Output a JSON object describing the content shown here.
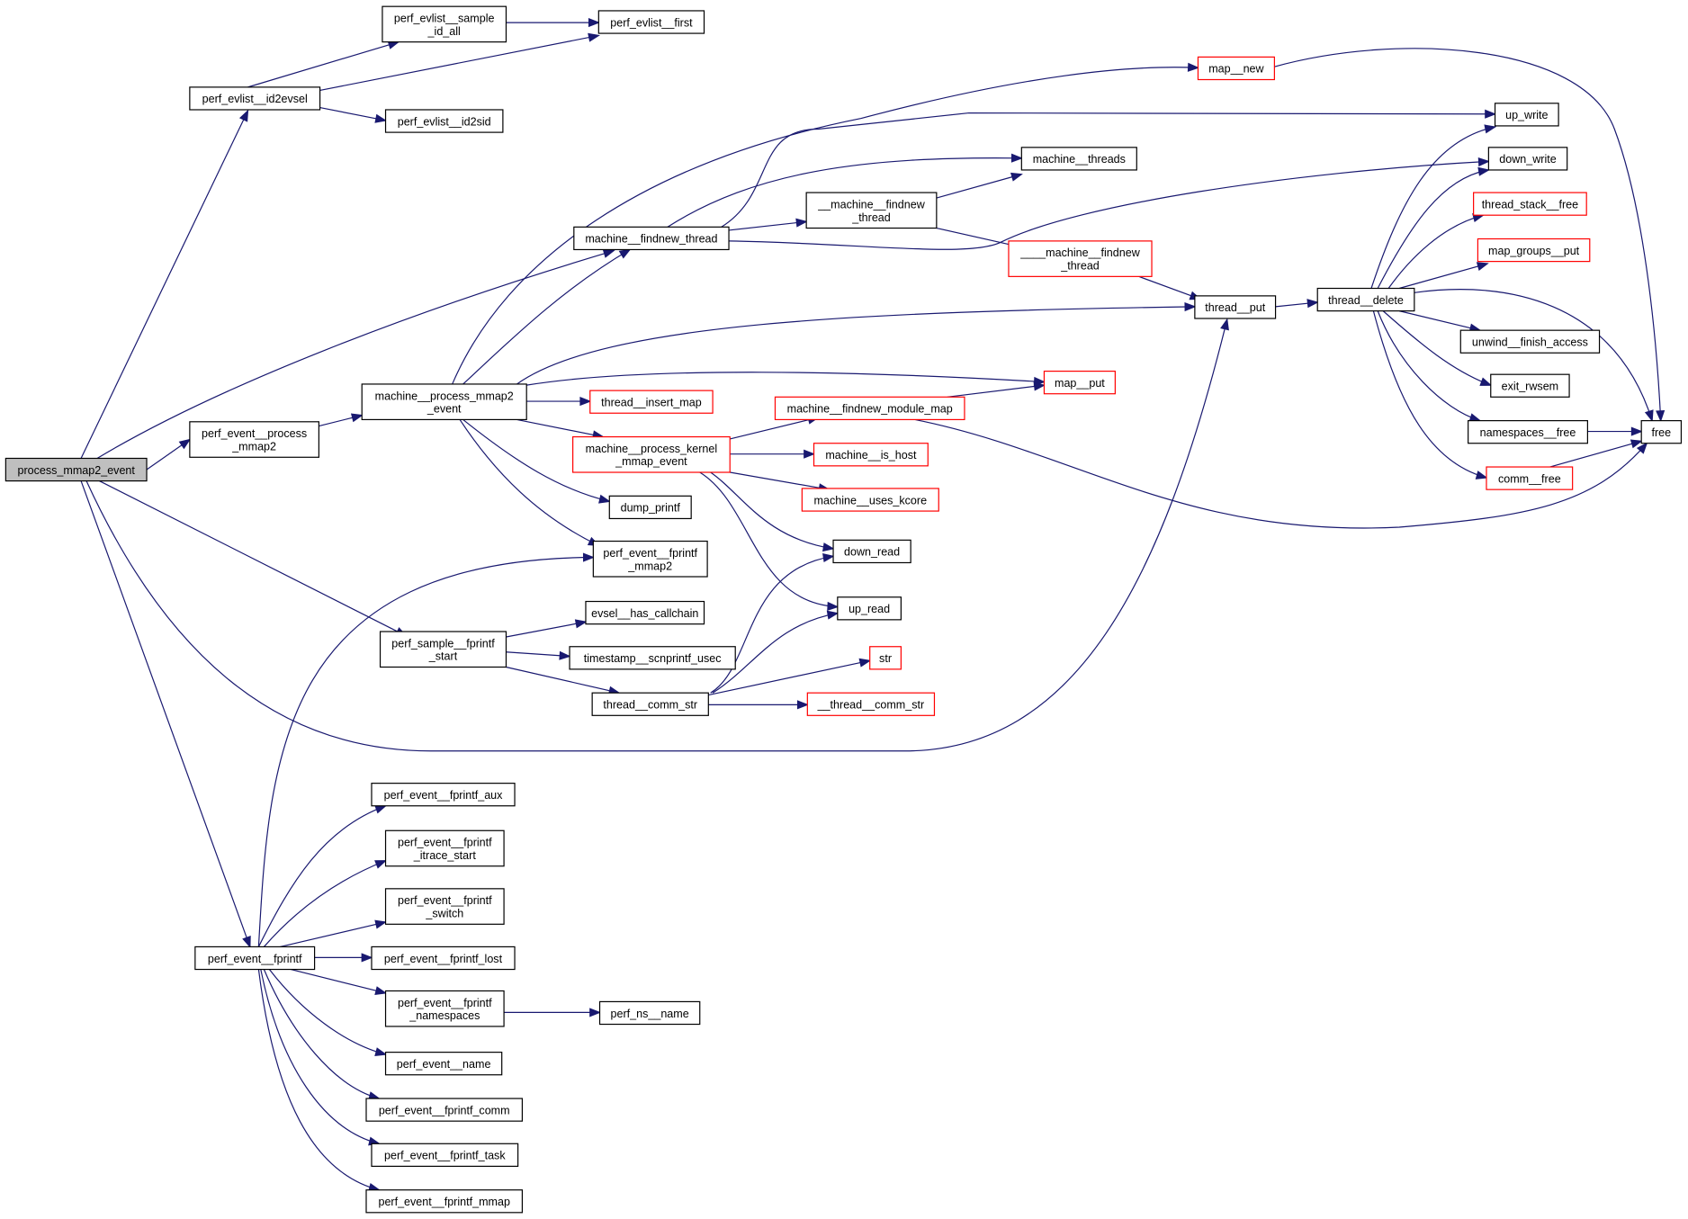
{
  "graph": {
    "title": "process_mmap2_event call graph",
    "colors": {
      "edge": "#191970",
      "node_border": "#000000",
      "truncated_border": "#ff0000",
      "root_fill": "#bfbfbf",
      "node_fill": "#ffffff"
    },
    "nodes": [
      {
        "id": "process_mmap2_event",
        "label": [
          "process_mmap2_event"
        ],
        "root": true
      },
      {
        "id": "perf_evlist__id2evsel",
        "label": [
          "perf_evlist__id2evsel"
        ]
      },
      {
        "id": "perf_evlist__sample_id_all",
        "label": [
          "perf_evlist__sample",
          "_id_all"
        ]
      },
      {
        "id": "perf_evlist__first",
        "label": [
          "perf_evlist__first"
        ]
      },
      {
        "id": "perf_evlist__id2sid",
        "label": [
          "perf_evlist__id2sid"
        ]
      },
      {
        "id": "map__new",
        "label": [
          "map__new"
        ],
        "truncated": true
      },
      {
        "id": "up_write",
        "label": [
          "up_write"
        ]
      },
      {
        "id": "machine__threads",
        "label": [
          "machine__threads"
        ]
      },
      {
        "id": "down_write",
        "label": [
          "down_write"
        ]
      },
      {
        "id": "__machine__findnew_thread",
        "label": [
          "__machine__findnew",
          "_thread"
        ]
      },
      {
        "id": "machine__findnew_thread",
        "label": [
          "machine__findnew_thread"
        ]
      },
      {
        "id": "____machine__findnew_thread",
        "label": [
          "____machine__findnew",
          "_thread"
        ],
        "truncated": true
      },
      {
        "id": "thread_stack__free",
        "label": [
          "thread_stack__free"
        ],
        "truncated": true
      },
      {
        "id": "map_groups__put",
        "label": [
          "map_groups__put"
        ],
        "truncated": true
      },
      {
        "id": "thread__put",
        "label": [
          "thread__put"
        ]
      },
      {
        "id": "thread__delete",
        "label": [
          "thread__delete"
        ]
      },
      {
        "id": "unwind__finish_access",
        "label": [
          "unwind__finish_access"
        ]
      },
      {
        "id": "exit_rwsem",
        "label": [
          "exit_rwsem"
        ]
      },
      {
        "id": "namespaces__free",
        "label": [
          "namespaces__free"
        ]
      },
      {
        "id": "free",
        "label": [
          "free"
        ]
      },
      {
        "id": "comm__free",
        "label": [
          "comm__free"
        ],
        "truncated": true
      },
      {
        "id": "perf_event__process_mmap2",
        "label": [
          "perf_event__process",
          "_mmap2"
        ]
      },
      {
        "id": "machine__process_mmap2_event",
        "label": [
          "machine__process_mmap2",
          "_event"
        ]
      },
      {
        "id": "map__put",
        "label": [
          "map__put"
        ],
        "truncated": true
      },
      {
        "id": "thread__insert_map",
        "label": [
          "thread__insert_map"
        ],
        "truncated": true
      },
      {
        "id": "machine__findnew_module_map",
        "label": [
          "machine__findnew_module_map"
        ],
        "truncated": true
      },
      {
        "id": "machine__process_kernel_mmap_event",
        "label": [
          "machine__process_kernel",
          "_mmap_event"
        ],
        "truncated": true
      },
      {
        "id": "machine__is_host",
        "label": [
          "machine__is_host"
        ],
        "truncated": true
      },
      {
        "id": "machine__uses_kcore",
        "label": [
          "machine__uses_kcore"
        ],
        "truncated": true
      },
      {
        "id": "dump_printf",
        "label": [
          "dump_printf"
        ]
      },
      {
        "id": "perf_event__fprintf_mmap2",
        "label": [
          "perf_event__fprintf",
          "_mmap2"
        ]
      },
      {
        "id": "down_read",
        "label": [
          "down_read"
        ]
      },
      {
        "id": "up_read",
        "label": [
          "up_read"
        ]
      },
      {
        "id": "perf_sample__fprintf_start",
        "label": [
          "perf_sample__fprintf",
          "_start"
        ]
      },
      {
        "id": "evsel__has_callchain",
        "label": [
          "evsel__has_callchain"
        ]
      },
      {
        "id": "timestamp__scnprintf_usec",
        "label": [
          "timestamp__scnprintf_usec"
        ]
      },
      {
        "id": "str",
        "label": [
          "str"
        ],
        "truncated": true
      },
      {
        "id": "thread__comm_str",
        "label": [
          "thread__comm_str"
        ]
      },
      {
        "id": "__thread__comm_str",
        "label": [
          "__thread__comm_str"
        ],
        "truncated": true
      },
      {
        "id": "perf_event__fprintf",
        "label": [
          "perf_event__fprintf"
        ]
      },
      {
        "id": "perf_event__fprintf_aux",
        "label": [
          "perf_event__fprintf_aux"
        ]
      },
      {
        "id": "perf_event__fprintf_itrace_start",
        "label": [
          "perf_event__fprintf",
          "_itrace_start"
        ]
      },
      {
        "id": "perf_event__fprintf_switch",
        "label": [
          "perf_event__fprintf",
          "_switch"
        ]
      },
      {
        "id": "perf_event__fprintf_lost",
        "label": [
          "perf_event__fprintf_lost"
        ]
      },
      {
        "id": "perf_event__fprintf_namespaces",
        "label": [
          "perf_event__fprintf",
          "_namespaces"
        ]
      },
      {
        "id": "perf_ns__name",
        "label": [
          "perf_ns__name"
        ]
      },
      {
        "id": "perf_event__name",
        "label": [
          "perf_event__name"
        ]
      },
      {
        "id": "perf_event__fprintf_comm",
        "label": [
          "perf_event__fprintf_comm"
        ]
      },
      {
        "id": "perf_event__fprintf_task",
        "label": [
          "perf_event__fprintf_task"
        ]
      },
      {
        "id": "perf_event__fprintf_mmap",
        "label": [
          "perf_event__fprintf_mmap"
        ]
      }
    ],
    "edges": [
      [
        "process_mmap2_event",
        "perf_evlist__id2evsel"
      ],
      [
        "process_mmap2_event",
        "machine__findnew_thread"
      ],
      [
        "process_mmap2_event",
        "perf_event__process_mmap2"
      ],
      [
        "process_mmap2_event",
        "perf_sample__fprintf_start"
      ],
      [
        "process_mmap2_event",
        "thread__put"
      ],
      [
        "process_mmap2_event",
        "perf_event__fprintf"
      ],
      [
        "perf_evlist__id2evsel",
        "perf_evlist__sample_id_all"
      ],
      [
        "perf_evlist__id2evsel",
        "perf_evlist__first"
      ],
      [
        "perf_evlist__id2evsel",
        "perf_evlist__id2sid"
      ],
      [
        "perf_evlist__sample_id_all",
        "perf_evlist__first"
      ],
      [
        "map__new",
        "free"
      ],
      [
        "machine__findnew_thread",
        "up_write"
      ],
      [
        "machine__findnew_thread",
        "machine__threads"
      ],
      [
        "machine__findnew_thread",
        "down_write"
      ],
      [
        "machine__findnew_thread",
        "__machine__findnew_thread"
      ],
      [
        "__machine__findnew_thread",
        "machine__threads"
      ],
      [
        "__machine__findnew_thread",
        "____machine__findnew_thread"
      ],
      [
        "____machine__findnew_thread",
        "thread__put"
      ],
      [
        "thread__put",
        "thread__delete"
      ],
      [
        "thread__delete",
        "up_write"
      ],
      [
        "thread__delete",
        "down_write"
      ],
      [
        "thread__delete",
        "thread_stack__free"
      ],
      [
        "thread__delete",
        "map_groups__put"
      ],
      [
        "thread__delete",
        "free"
      ],
      [
        "thread__delete",
        "unwind__finish_access"
      ],
      [
        "thread__delete",
        "exit_rwsem"
      ],
      [
        "thread__delete",
        "namespaces__free"
      ],
      [
        "thread__delete",
        "comm__free"
      ],
      [
        "namespaces__free",
        "free"
      ],
      [
        "comm__free",
        "free"
      ],
      [
        "perf_event__process_mmap2",
        "machine__process_mmap2_event"
      ],
      [
        "machine__process_mmap2_event",
        "map__new"
      ],
      [
        "machine__process_mmap2_event",
        "machine__findnew_thread"
      ],
      [
        "machine__process_mmap2_event",
        "thread__put"
      ],
      [
        "machine__process_mmap2_event",
        "map__put"
      ],
      [
        "machine__process_mmap2_event",
        "thread__insert_map"
      ],
      [
        "machine__process_mmap2_event",
        "machine__process_kernel_mmap_event"
      ],
      [
        "machine__process_mmap2_event",
        "dump_printf"
      ],
      [
        "machine__process_mmap2_event",
        "perf_event__fprintf_mmap2"
      ],
      [
        "machine__findnew_module_map",
        "map__put"
      ],
      [
        "machine__findnew_module_map",
        "free"
      ],
      [
        "machine__process_kernel_mmap_event",
        "machine__findnew_module_map"
      ],
      [
        "machine__process_kernel_mmap_event",
        "machine__is_host"
      ],
      [
        "machine__process_kernel_mmap_event",
        "machine__uses_kcore"
      ],
      [
        "machine__process_kernel_mmap_event",
        "down_read"
      ],
      [
        "machine__process_kernel_mmap_event",
        "up_read"
      ],
      [
        "perf_sample__fprintf_start",
        "evsel__has_callchain"
      ],
      [
        "perf_sample__fprintf_start",
        "timestamp__scnprintf_usec"
      ],
      [
        "perf_sample__fprintf_start",
        "thread__comm_str"
      ],
      [
        "thread__comm_str",
        "down_read"
      ],
      [
        "thread__comm_str",
        "up_read"
      ],
      [
        "thread__comm_str",
        "str"
      ],
      [
        "thread__comm_str",
        "__thread__comm_str"
      ],
      [
        "perf_event__fprintf",
        "perf_event__fprintf_mmap2"
      ],
      [
        "perf_event__fprintf",
        "perf_event__fprintf_aux"
      ],
      [
        "perf_event__fprintf",
        "perf_event__fprintf_itrace_start"
      ],
      [
        "perf_event__fprintf",
        "perf_event__fprintf_switch"
      ],
      [
        "perf_event__fprintf",
        "perf_event__fprintf_lost"
      ],
      [
        "perf_event__fprintf",
        "perf_event__fprintf_namespaces"
      ],
      [
        "perf_event__fprintf",
        "perf_event__name"
      ],
      [
        "perf_event__fprintf",
        "perf_event__fprintf_comm"
      ],
      [
        "perf_event__fprintf",
        "perf_event__fprintf_task"
      ],
      [
        "perf_event__fprintf",
        "perf_event__fprintf_mmap"
      ],
      [
        "perf_event__fprintf_namespaces",
        "perf_ns__name"
      ]
    ]
  }
}
